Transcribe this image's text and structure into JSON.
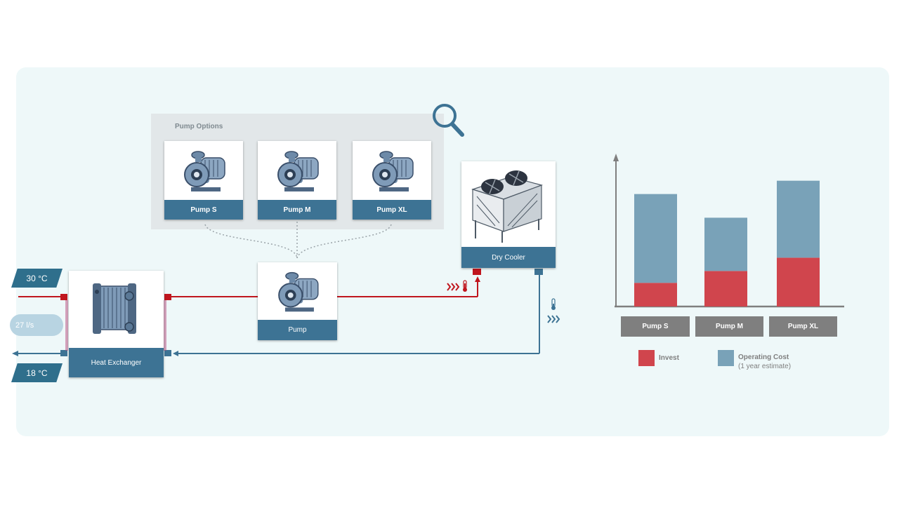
{
  "options_title": "Pump Options",
  "option_pumps": [
    "Pump S",
    "Pump M",
    "Pump XL"
  ],
  "selected_pump_label": "Pump",
  "dry_cooler_label": "Dry Cooler",
  "heat_exchanger_label": "Heat Exchanger",
  "inlet_temp": "30 °C",
  "outlet_temp": "18 °C",
  "flow_rate": "27 l/s",
  "colors": {
    "hot": "#c0161e",
    "cold": "#3d7394",
    "invest": "#d0454d",
    "operating": "#79a2b8"
  },
  "icons": [
    "magnifier-icon",
    "thermometer-hot-icon",
    "thermometer-cold-icon",
    "flow-chevron-icon",
    "pump-icon",
    "heat-exchanger-icon",
    "dry-cooler-icon"
  ],
  "chart_data": {
    "type": "bar",
    "stacked": true,
    "categories": [
      "Pump S",
      "Pump M",
      "Pump XL"
    ],
    "series": [
      {
        "name": "Invest",
        "values": [
          1.6,
          2.4,
          3.3
        ]
      },
      {
        "name": "Operating Cost",
        "values": [
          6.0,
          3.6,
          5.2
        ]
      }
    ],
    "ylim": [
      0,
      10
    ],
    "grid": false,
    "legend": [
      {
        "label": "Invest"
      },
      {
        "label": "Operating Cost",
        "note": "(1 year estimate)"
      }
    ]
  }
}
